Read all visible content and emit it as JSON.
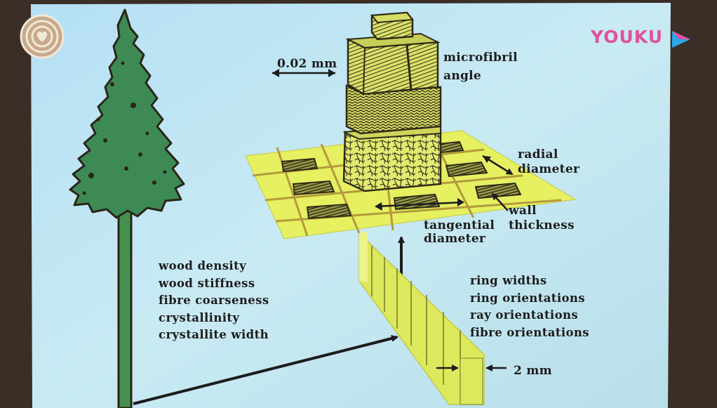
{
  "watermark": {
    "brand": "YOUKU",
    "logo_icon": "ring-heart-icon",
    "brand_color": "#e2519a",
    "accent_color": "#2aa8e8"
  },
  "labels": {
    "scale_top": "0.02 mm",
    "microfibril_line1": "microfibril",
    "microfibril_line2": "angle",
    "radial_line1": "radial",
    "radial_line2": "diameter",
    "wall_line1": "wall",
    "wall_line2": "thickness",
    "tangential_line1": "tangential",
    "tangential_line2": "diameter",
    "scale_bottom": "2 mm"
  },
  "properties_left": [
    "wood density",
    "wood stiffness",
    "fibre coarseness",
    "crystallinity",
    "crystallite width"
  ],
  "properties_right": [
    "ring widths",
    "ring orientations",
    "ray orientations",
    "fibre orientations"
  ],
  "colors": {
    "screen": "#bfe4f3",
    "tree": "#3d8a55",
    "grid": "#e6f061",
    "sample": "#dde95c",
    "outline": "#3a3018"
  }
}
